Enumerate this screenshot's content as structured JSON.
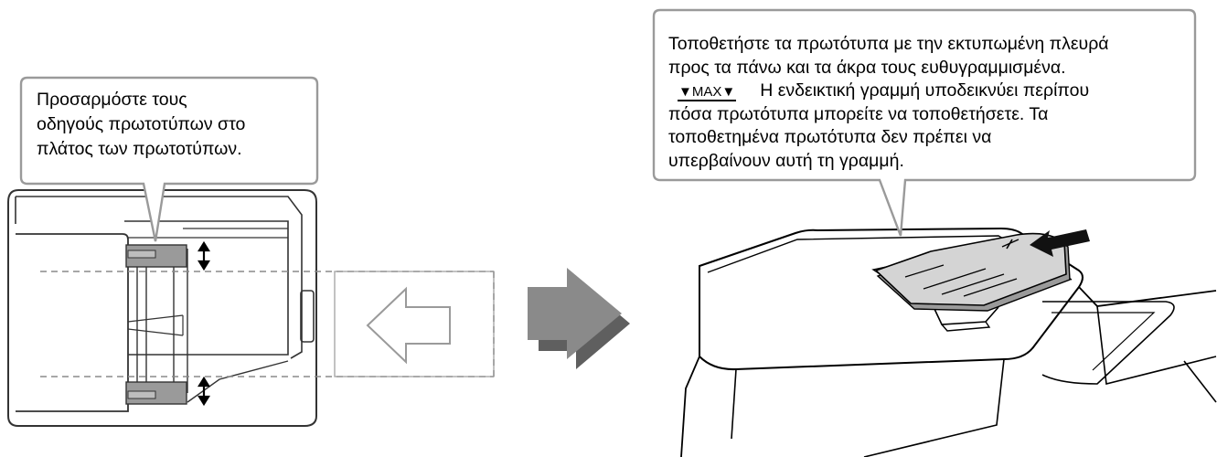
{
  "left_callout": {
    "text": "Προσαρμόστε τους\nοδηγούς πρωτοτύπων στο\nπλάτος των πρωτοτύπων."
  },
  "right_callout": {
    "line1": "Τοποθετήστε τα πρωτότυπα με την εκτυπωμένη πλευρά",
    "line2": "προς τα πάνω και τα άκρα τους ευθυγραμμισμένα.",
    "max_marker": "▼MAX▼",
    "line3": "Η ενδεικτική γραμμή υποδεικνύει περίπου",
    "line4": "πόσα πρωτότυπα μπορείτε να τοποθετήσετε. Τα",
    "line5": "τοποθετημένα πρωτότυπα δεν πρέπει να",
    "line6": "υπερβαίνουν αυτή τη γραμμή."
  },
  "colors": {
    "outline": "#333333",
    "callout_border": "#9a9a9a",
    "guide_gray": "#9a9a9a",
    "arrow_gray": "#8a8a8a",
    "arrow_shadow": "#5f5f5f",
    "paper_gray": "#d4d4d4"
  },
  "icons": {
    "insert_arrow": "left-arrow-icon",
    "step_arrow": "right-arrow-icon",
    "feed_arrow": "feed-arrow-icon",
    "adjust_arrows": "double-arrow-icon"
  }
}
